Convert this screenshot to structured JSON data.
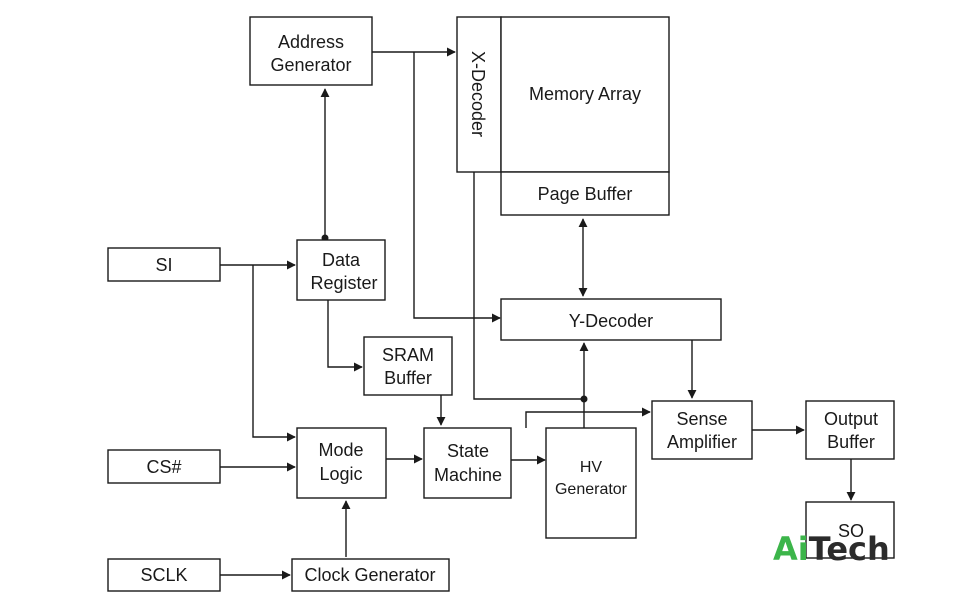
{
  "blocks": {
    "address_generator": [
      "Address",
      "Generator"
    ],
    "x_decoder": "X-Decoder",
    "memory_array": "Memory Array",
    "page_buffer": "Page Buffer",
    "si": "SI",
    "data_register": [
      "Data",
      "Register"
    ],
    "y_decoder": "Y-Decoder",
    "sram_buffer": [
      "SRAM",
      "Buffer"
    ],
    "sense_amplifier": [
      "Sense",
      "Amplifier"
    ],
    "output_buffer": [
      "Output",
      "Buffer"
    ],
    "cs": "CS#",
    "mode_logic": [
      "Mode",
      "Logic"
    ],
    "state_machine": [
      "State",
      "Machine"
    ],
    "hv_generator": [
      "HV",
      "Generator"
    ],
    "so": "SO",
    "sclk": "SCLK",
    "clock_generator": "Clock Generator"
  },
  "watermark": {
    "part1": "Ai",
    "part2": "Tech",
    "color1": "#3cb54a",
    "color2": "#2b2b2b"
  }
}
